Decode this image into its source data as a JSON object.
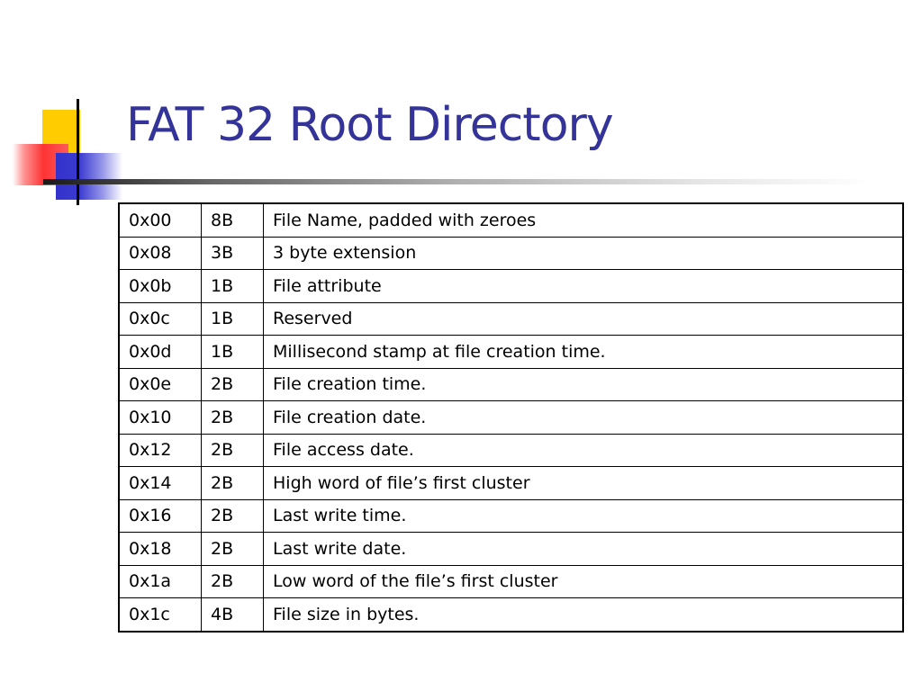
{
  "slide": {
    "title": "FAT 32 Root Directory",
    "title_color": "#333399"
  },
  "table": {
    "rows": [
      {
        "offset": "0x00",
        "size": "8B",
        "description": "File Name, padded with zeroes"
      },
      {
        "offset": "0x08",
        "size": "3B",
        "description": "3 byte extension"
      },
      {
        "offset": "0x0b",
        "size": "1B",
        "description": "File attribute"
      },
      {
        "offset": "0x0c",
        "size": "1B",
        "description": "Reserved"
      },
      {
        "offset": "0x0d",
        "size": "1B",
        "description": "Millisecond stamp at file creation time."
      },
      {
        "offset": "0x0e",
        "size": "2B",
        "description": "File creation time."
      },
      {
        "offset": "0x10",
        "size": "2B",
        "description": "File creation date."
      },
      {
        "offset": "0x12",
        "size": "2B",
        "description": "File access date."
      },
      {
        "offset": "0x14",
        "size": "2B",
        "description": "High word of file’s first cluster"
      },
      {
        "offset": "0x16",
        "size": "2B",
        "description": "Last write time."
      },
      {
        "offset": "0x18",
        "size": "2B",
        "description": "Last write date."
      },
      {
        "offset": "0x1a",
        "size": "2B",
        "description": "Low word of the file’s first cluster"
      },
      {
        "offset": "0x1c",
        "size": "4B",
        "description": "File size in bytes."
      }
    ]
  }
}
